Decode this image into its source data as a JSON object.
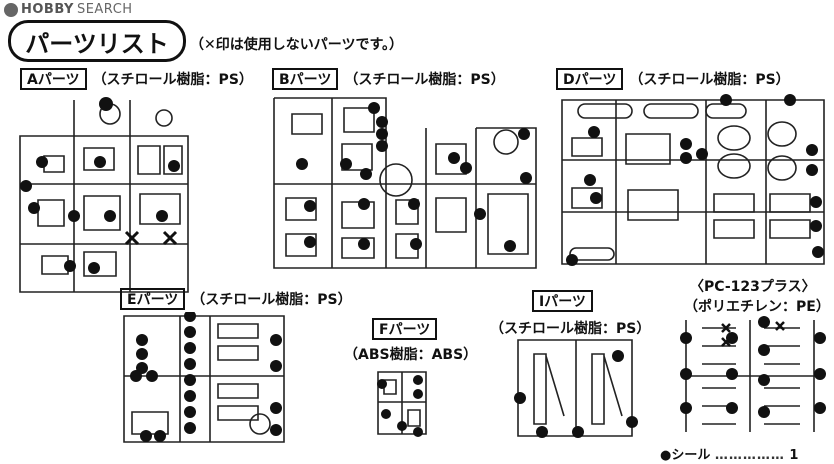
{
  "watermark": {
    "brand": "HOBBY",
    "suffix": "SEARCH"
  },
  "header": {
    "title": "パーツリスト",
    "note": "（✕印は使用しないパーツです。）"
  },
  "parts": {
    "A": {
      "label": "Aパーツ",
      "material": "（スチロール樹脂：PS）"
    },
    "B": {
      "label": "Bパーツ",
      "material": "（スチロール樹脂：PS）"
    },
    "D": {
      "label": "Dパーツ",
      "material": "（スチロール樹脂：PS）"
    },
    "E": {
      "label": "Eパーツ",
      "material": "（スチロール樹脂：PS）"
    },
    "F": {
      "label": "Fパーツ",
      "material": "（ABS樹脂：ABS）"
    },
    "I": {
      "label": "Iパーツ",
      "material": "（スチロール樹脂：PS）"
    },
    "PC": {
      "label": "〈PC-123プラス〉",
      "material": "（ポリエチレン：PE）"
    }
  },
  "seal": {
    "label": "●シール",
    "dots": "……………",
    "count": "1"
  }
}
